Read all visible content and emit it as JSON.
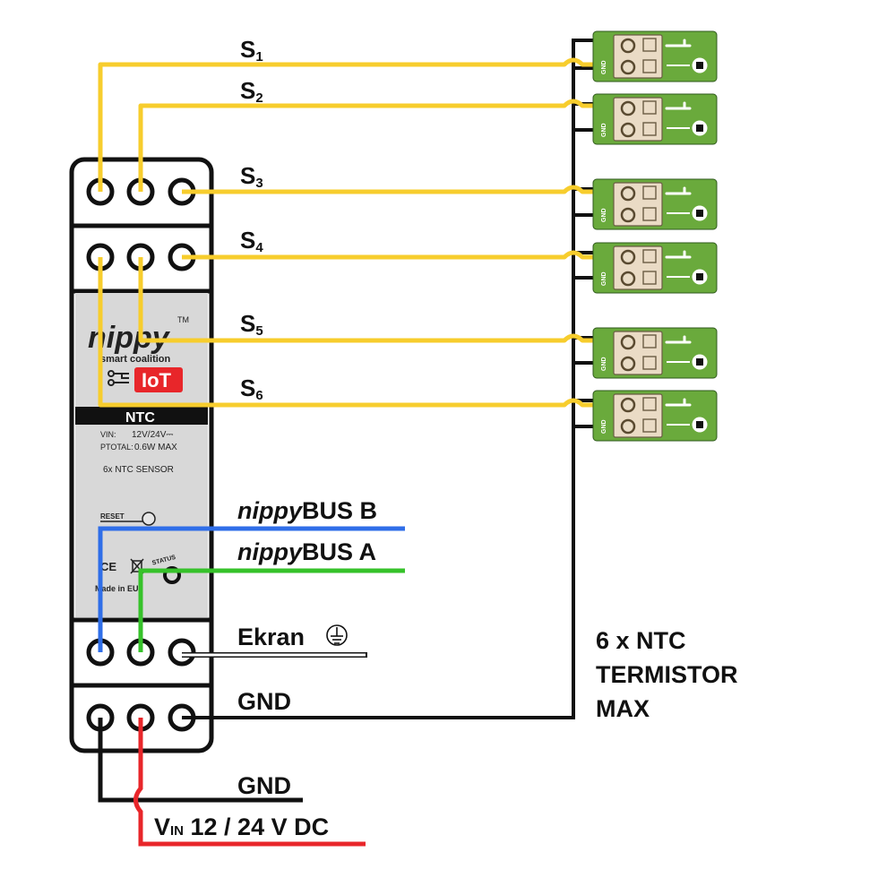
{
  "device": {
    "brand": "nippy",
    "trademark": "TM",
    "tagline": "smart coalition",
    "iot_badge": "IoT",
    "model": "NTC",
    "vin_label": "VIN:",
    "vin_value": "12V/24V⎓",
    "ptotal_label": "PTOTAL:",
    "ptotal_value": "0.6W MAX",
    "description": "6x NTC SENSOR",
    "reset_label": "RESET",
    "status_label": "STATUS",
    "ce_mark": "CE",
    "made_in": "Made in EU"
  },
  "sensor_labels": [
    {
      "main": "S",
      "sub": "1"
    },
    {
      "main": "S",
      "sub": "2"
    },
    {
      "main": "S",
      "sub": "3"
    },
    {
      "main": "S",
      "sub": "4"
    },
    {
      "main": "S",
      "sub": "5"
    },
    {
      "main": "S",
      "sub": "6"
    }
  ],
  "sensor_board_gnd_text": "GND",
  "bus": {
    "b_prefix": "nippy",
    "b_suffix": "BUS B",
    "a_prefix": "nippy",
    "a_suffix": "BUS A"
  },
  "ekran_label": "Ekran",
  "gnd_sensor_label": "GND",
  "power": {
    "gnd_label": "GND",
    "vin_main": "V",
    "vin_sub": "IN",
    "vin_rest": " 12 / 24 V DC"
  },
  "ntc_note": [
    "6 x NTC",
    "TERMISTOR",
    "MAX"
  ],
  "colors": {
    "signal": "#f7cd2d",
    "bus_b": "#2f6ee8",
    "bus_a": "#36c22a",
    "power": "#e8262a",
    "ground": "#111111",
    "board": "#6aaa3c",
    "connector": "#eadbc5",
    "device_face": "#d8d8d8",
    "iot_red": "#e8262a"
  }
}
